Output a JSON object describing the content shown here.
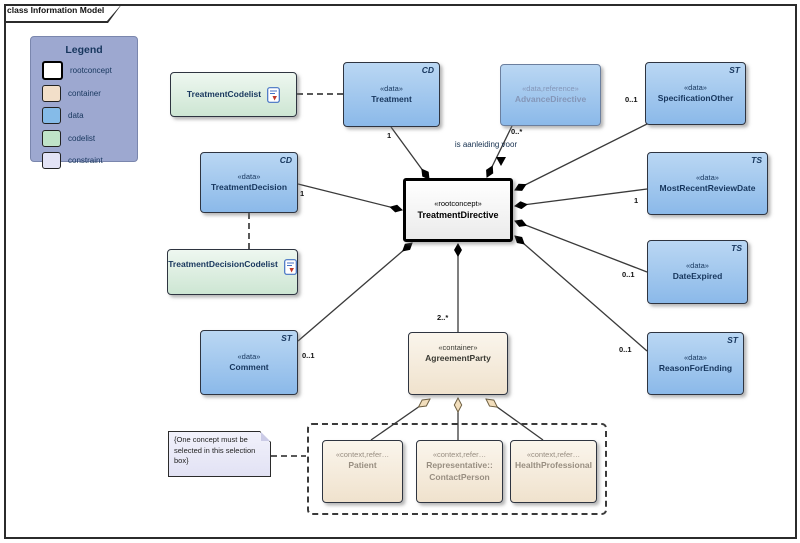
{
  "frame": {
    "title": "class Information Model"
  },
  "legend": {
    "title": "Legend",
    "items": [
      {
        "label": "rootconcept",
        "color": "#ffffff"
      },
      {
        "label": "container",
        "color": "#f2dfc9"
      },
      {
        "label": "data",
        "color": "#85bbe8"
      },
      {
        "label": "codelist",
        "color": "#bfe3c8"
      },
      {
        "label": "constraint",
        "color": "#e3e3f5"
      }
    ]
  },
  "nodes": {
    "treatmentCodelist": {
      "name": "TreatmentCodelist"
    },
    "treatment": {
      "stereotype": "«data»",
      "name": "Treatment",
      "corner": "CD"
    },
    "advanceDirective": {
      "stereotype": "«data,reference»",
      "name": "AdvanceDirective"
    },
    "specificationOther": {
      "stereotype": "«data»",
      "name": "SpecificationOther",
      "corner": "ST"
    },
    "mostRecentReviewDate": {
      "stereotype": "«data»",
      "name": "MostRecentReviewDate",
      "corner": "TS"
    },
    "dateExpired": {
      "stereotype": "«data»",
      "name": "DateExpired",
      "corner": "TS"
    },
    "reasonForEnding": {
      "stereotype": "«data»",
      "name": "ReasonForEnding",
      "corner": "ST"
    },
    "treatmentDecision": {
      "stereotype": "«data»",
      "name": "TreatmentDecision",
      "corner": "CD"
    },
    "treatmentDecisionCodelist": {
      "name": "TreatmentDecisionCodelist"
    },
    "comment": {
      "stereotype": "«data»",
      "name": "Comment",
      "corner": "ST"
    },
    "treatmentDirective": {
      "stereotype": "«rootconcept»",
      "name": "TreatmentDirective"
    },
    "agreementParty": {
      "stereotype": "«container»",
      "name": "AgreementParty"
    },
    "patient": {
      "stereotype": "«context,refer…",
      "name": "Patient"
    },
    "contactPerson": {
      "stereotype": "«context,refer…",
      "name": "Representative::\nContactPerson"
    },
    "healthProfessional": {
      "stereotype": "«context,refer…",
      "name": "HealthProfessional"
    }
  },
  "relations": {
    "treatment_mult": "1",
    "advanceDirective_mult": "0..*",
    "advanceDirective_label": "is aanleiding voor",
    "specificationOther_mult": "0..1",
    "mostRecentReviewDate_mult": "1",
    "dateExpired_mult": "0..1",
    "reasonForEnding_mult": "0..1",
    "agreementParty_mult": "2..*",
    "comment_mult": "0..1",
    "treatmentDecision_mult": "1"
  },
  "note": {
    "text": "{One concept must be selected in this selection box}"
  },
  "colors": {
    "data_fill": "#85bbe8",
    "container_fill": "#f2dfc9",
    "codelist_fill": "#bfe3c8",
    "constraint_fill": "#e3e3f5",
    "rootconcept_fill": "#ffffff",
    "legend_bg": "#9da8d0",
    "composition_diamond": "#000000",
    "aggregation_diamond": "#f2debc"
  }
}
